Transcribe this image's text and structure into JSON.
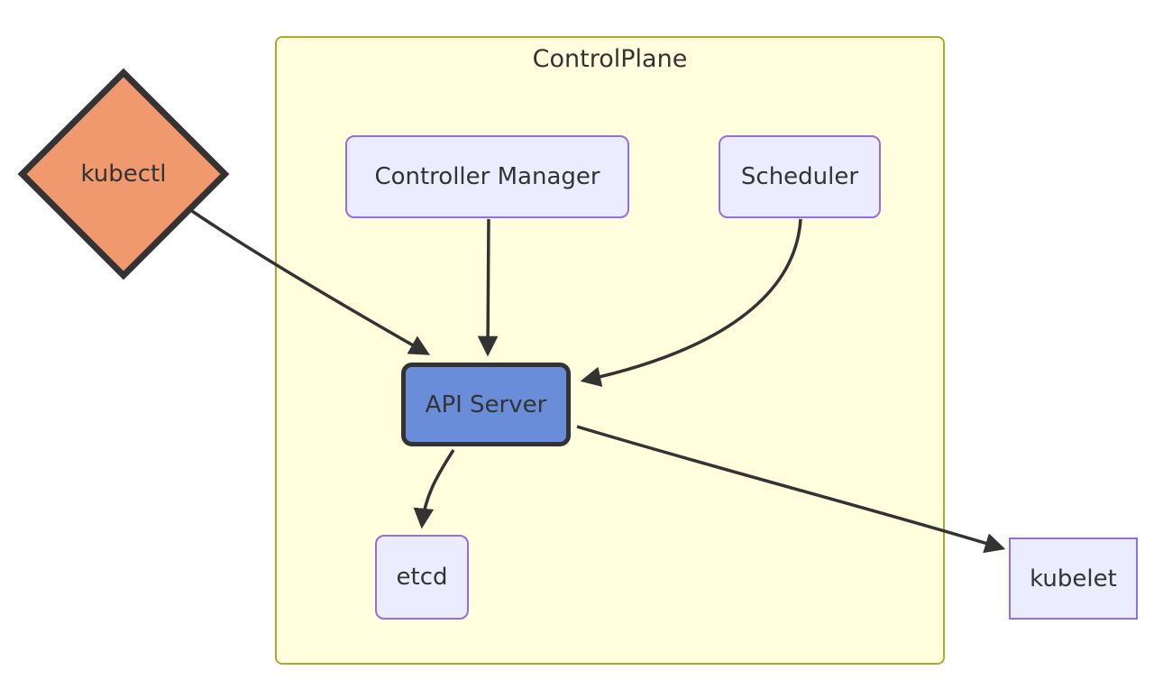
{
  "diagram": {
    "cluster": {
      "title": "ControlPlane"
    },
    "nodes": {
      "kubectl": {
        "label": "kubectl",
        "shape": "diamond"
      },
      "controller_manager": {
        "label": "Controller Manager",
        "shape": "rounded"
      },
      "scheduler": {
        "label": "Scheduler",
        "shape": "rounded"
      },
      "api_server": {
        "label": "API Server",
        "shape": "rounded-bold"
      },
      "etcd": {
        "label": "etcd",
        "shape": "rounded"
      },
      "kubelet": {
        "label": "kubelet",
        "shape": "rect"
      }
    },
    "edges": [
      {
        "from": "kubectl",
        "to": "api_server"
      },
      {
        "from": "controller_manager",
        "to": "api_server"
      },
      {
        "from": "scheduler",
        "to": "api_server"
      },
      {
        "from": "api_server",
        "to": "etcd"
      },
      {
        "from": "api_server",
        "to": "kubelet"
      }
    ]
  },
  "colors": {
    "cluster-fill": "#ffffde",
    "cluster-border": "#aaaa33",
    "node-fill": "#ECECFF",
    "node-border": "#9370DB",
    "kubectl-fill": "#F0986E",
    "api-fill": "#6A8DDA",
    "edge-color": "#333333",
    "text-color": "#333333"
  }
}
